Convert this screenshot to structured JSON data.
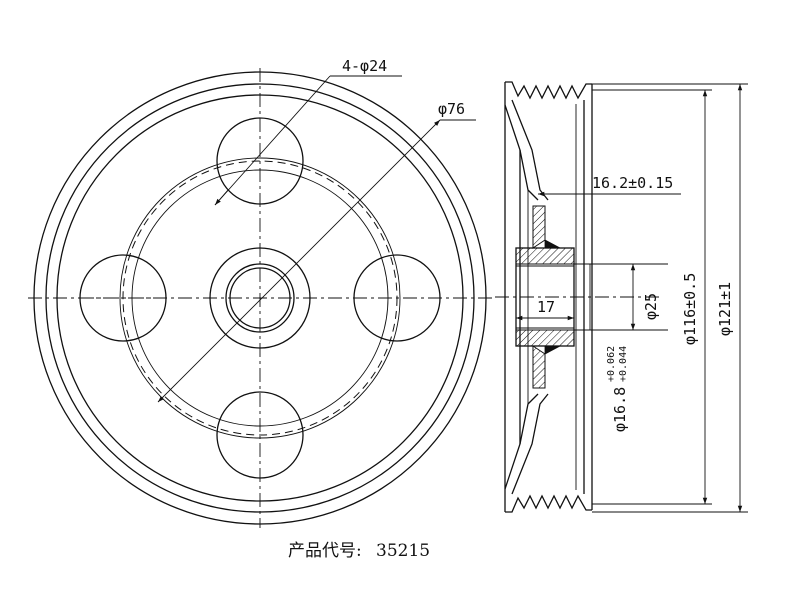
{
  "front_view": {
    "hole_callout": "4-φ24",
    "pcd_callout": "φ76"
  },
  "section_view": {
    "hub_offset": "16.2±0.15",
    "hub_length": "17",
    "bore": "φ25",
    "rim_diameter": "φ116±0.5",
    "outer_diameter": "φ121±1",
    "bearing_bore_base": "φ16.8",
    "bearing_tol_upper": "+0.062",
    "bearing_tol_lower": "+0.044"
  },
  "caption": {
    "label": "产品代号:",
    "code": "35215"
  }
}
